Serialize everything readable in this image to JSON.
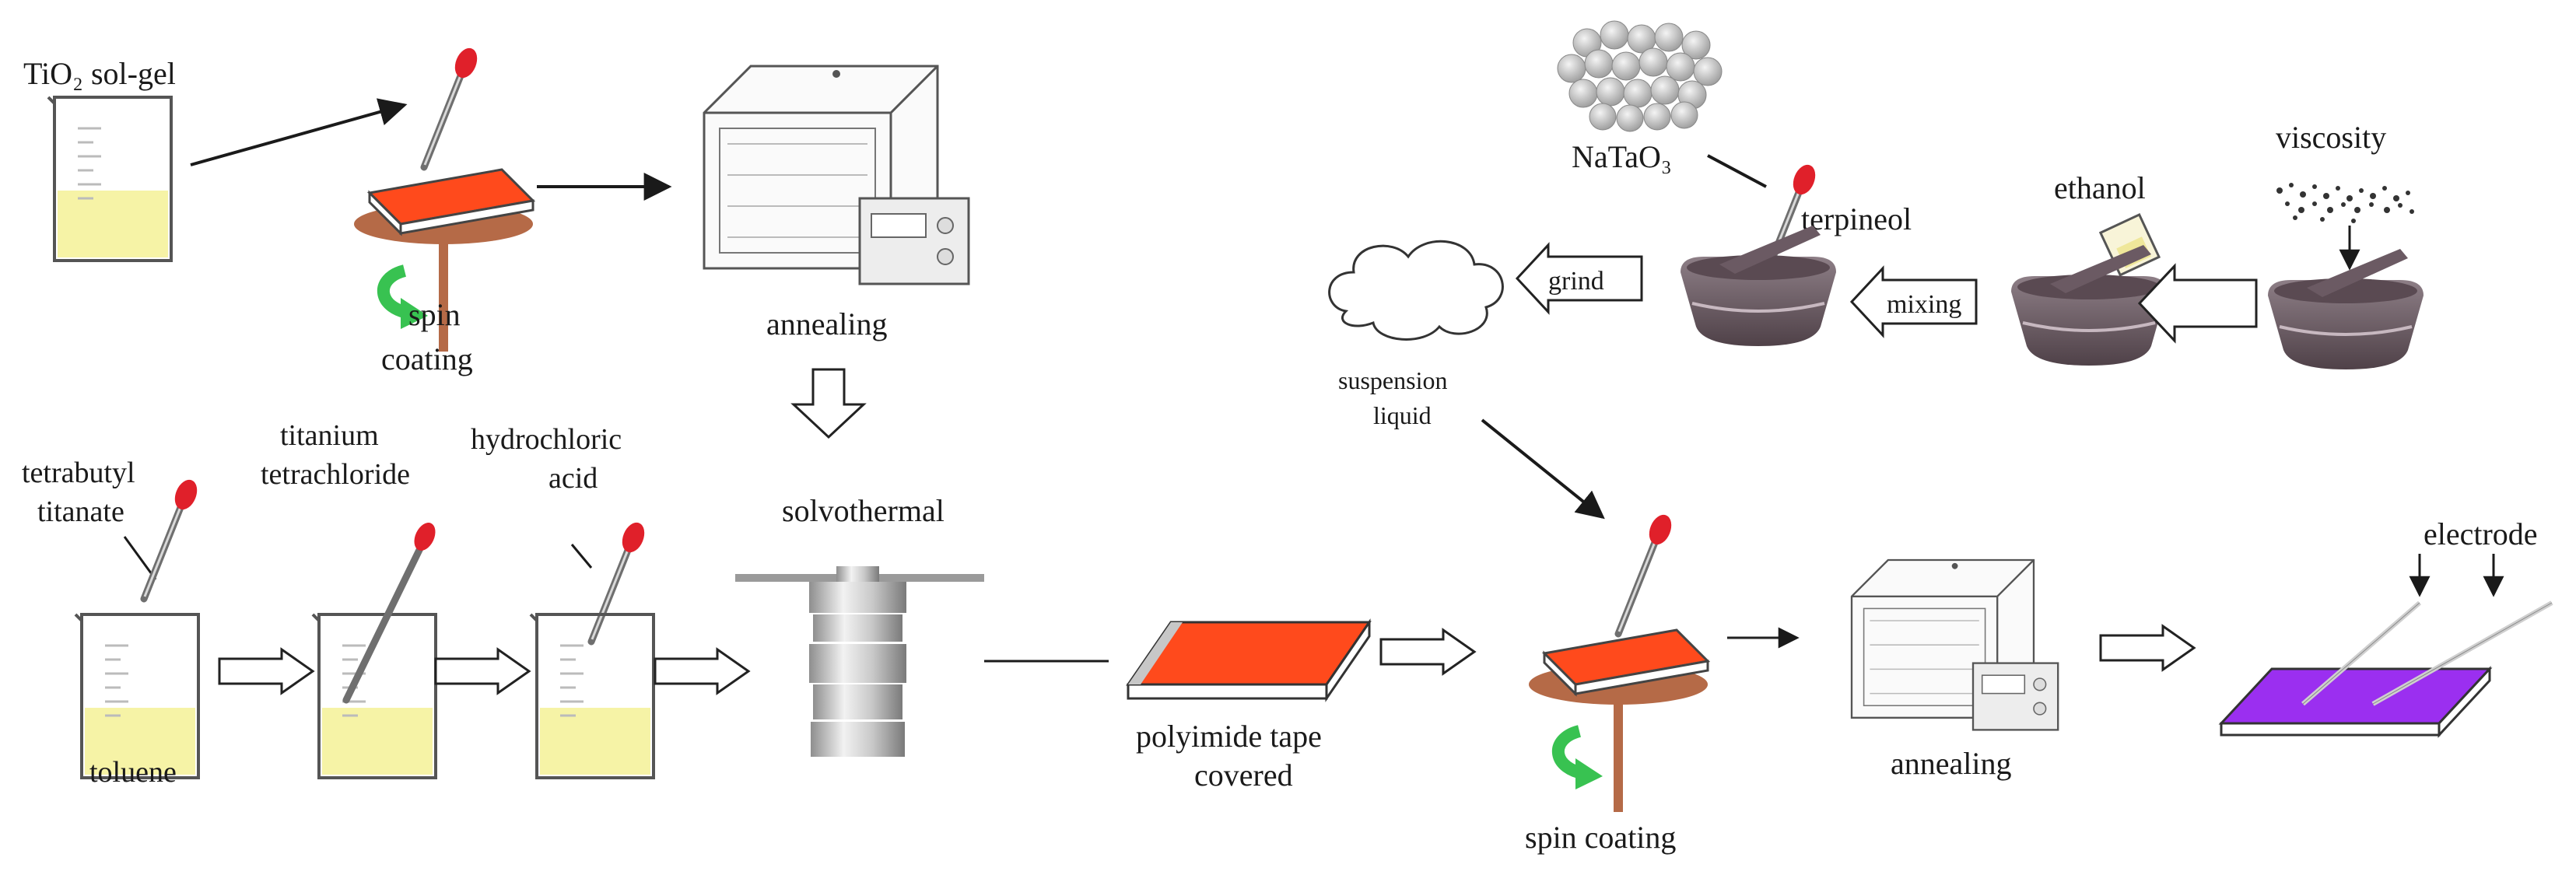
{
  "colors": {
    "sol_yellow": "#f6f3a6",
    "substrate_orange": "#ff4a1c",
    "spin_plate": "#b56a47",
    "spin_arrow": "#38c251",
    "film_purple": "#9b2ff0",
    "dropper_red": "#e0202a"
  },
  "labels": {
    "tio2_sol_gel": "TiO₂ sol-gel",
    "spin_coating_top_1": "spin",
    "spin_coating_top_2": "coating",
    "annealing_top": "annealing",
    "tetrabutyl_1": "tetrabutyl",
    "tetrabutyl_2": "titanate",
    "titanium_1": "titanium",
    "titanium_2": "tetrachloride",
    "hydrochloric_1": "hydrochloric",
    "hydrochloric_2": "acid",
    "solvothermal": "solvothermal",
    "toluene": "toluene",
    "polyimide_1": "polyimide tape",
    "polyimide_2": "covered",
    "spin_coating_bottom": "spin coating",
    "annealing_bottom": "annealing",
    "electrode": "electrode",
    "natao3": "NaTaO₃",
    "terpineol": "terpineol",
    "ethanol": "ethanol",
    "viscosity": "viscosity",
    "grind": "grind",
    "mixing": "mixing",
    "suspension_1": "suspension",
    "suspension_2": "liquid"
  }
}
